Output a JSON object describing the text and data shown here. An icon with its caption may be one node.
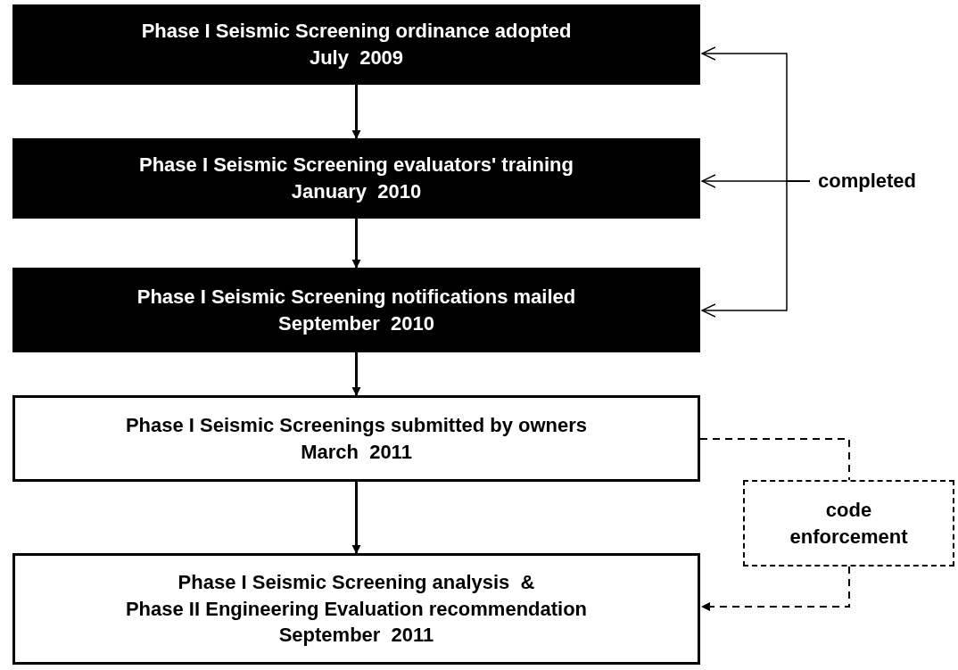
{
  "diagram": {
    "nodes": [
      {
        "text": [
          "Phase I Seismic Screening ordinance adopted",
          "July  2009"
        ]
      },
      {
        "text": [
          "Phase I Seismic Screening evaluators' training",
          "January  2010"
        ]
      },
      {
        "text": [
          "Phase I Seismic Screening notifications mailed",
          "September  2010"
        ]
      },
      {
        "text": [
          "Phase I Seismic Screenings submitted by owners",
          "March  2011"
        ]
      },
      {
        "text": [
          "Phase I Seismic Screening analysis  &",
          "Phase II Engineering Evaluation recommendation",
          "September  2011"
        ]
      },
      {
        "text": [
          "completed"
        ]
      },
      {
        "text": [
          "code enforcement"
        ]
      }
    ],
    "edges": [
      {
        "from": 0,
        "to": 1,
        "arrow": "to"
      },
      {
        "from": 1,
        "to": 2,
        "arrow": "to"
      },
      {
        "from": 2,
        "to": 3,
        "arrow": "to"
      },
      {
        "from": 3,
        "to": 4,
        "arrow": "to"
      },
      {
        "from": 5,
        "to": 0,
        "arrow": "to"
      },
      {
        "from": 5,
        "to": 1,
        "arrow": "to"
      },
      {
        "from": 5,
        "to": 2,
        "arrow": "to"
      },
      {
        "from": 3,
        "to": 6,
        "arrow": "none",
        "style": "dashed"
      },
      {
        "from": 6,
        "to": 4,
        "arrow": "to",
        "style": "dashed"
      }
    ]
  }
}
